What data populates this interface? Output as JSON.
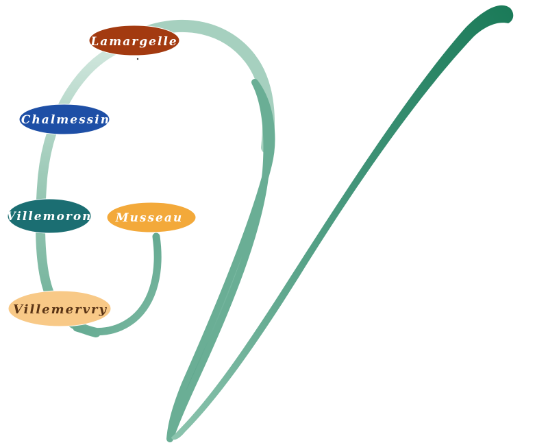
{
  "logo": {
    "letter": "V",
    "colors": {
      "stroke_dark": "#1e7f5e",
      "stroke_mid": "#5aa68b",
      "stroke_light": "#c5e1d6"
    }
  },
  "villages": [
    {
      "label": "Lamargelle",
      "fill": "#a33a10",
      "text_color": "#ffffff",
      "link": true
    },
    {
      "label": "Chalmessin",
      "fill": "#1e4fa6",
      "text_color": "#ffffff",
      "link": true
    },
    {
      "label": "Villemoron",
      "fill": "#1b6e72",
      "text_color": "#ffffff",
      "link": true
    },
    {
      "label": "Musseau",
      "fill": "#f3a93a",
      "text_color": "#ffffff",
      "link": true
    },
    {
      "label": "Villemervry",
      "fill": "#f8c987",
      "text_color": "#5a3415",
      "link": true
    }
  ]
}
